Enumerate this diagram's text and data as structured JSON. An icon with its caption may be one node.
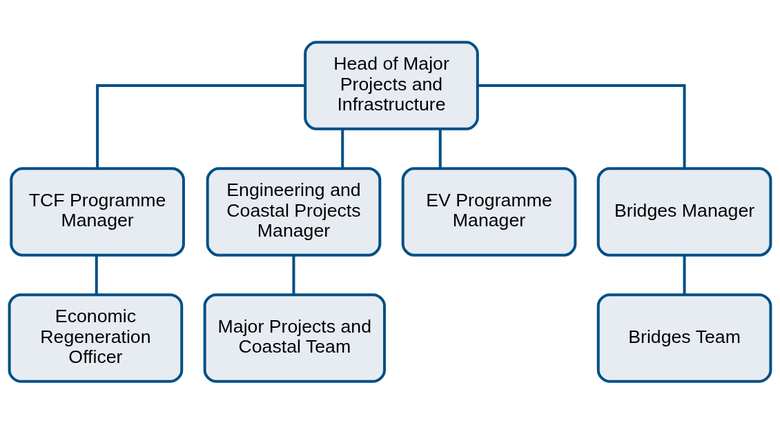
{
  "diagram": {
    "nodes": [
      {
        "text": [
          "Head of Major Projects and Infrastructure"
        ]
      },
      {
        "text": [
          "TCF Programme Manager"
        ]
      },
      {
        "text": [
          "Engineering and Coastal Projects Manager"
        ]
      },
      {
        "text": [
          "EV Programme Manager"
        ]
      },
      {
        "text": [
          "Bridges Manager"
        ]
      },
      {
        "text": [
          "Economic Regeneration Officer"
        ]
      },
      {
        "text": [
          "Major Projects and Coastal Team"
        ]
      },
      {
        "text": [
          "Bridges Team"
        ]
      }
    ],
    "edges": [
      {
        "from": 0,
        "to": 1,
        "arrow": "none"
      },
      {
        "from": 0,
        "to": 2,
        "arrow": "none"
      },
      {
        "from": 0,
        "to": 3,
        "arrow": "none"
      },
      {
        "from": 0,
        "to": 4,
        "arrow": "none"
      },
      {
        "from": 1,
        "to": 5,
        "arrow": "none"
      },
      {
        "from": 2,
        "to": 6,
        "arrow": "none"
      },
      {
        "from": 4,
        "to": 7,
        "arrow": "none"
      }
    ]
  }
}
